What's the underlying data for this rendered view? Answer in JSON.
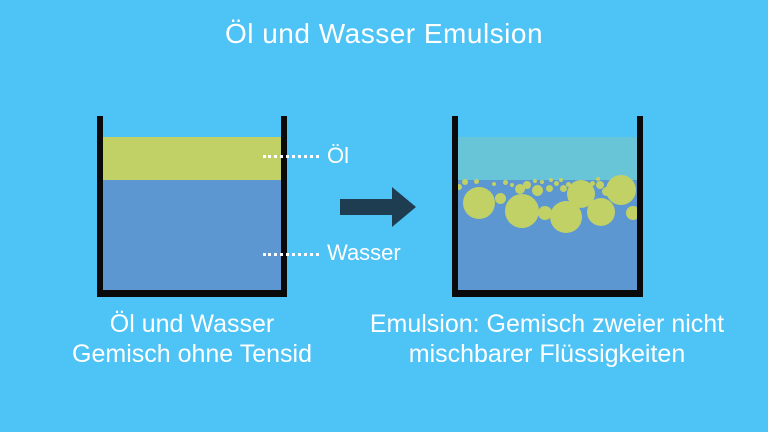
{
  "title": "Öl und Wasser Emulsion",
  "colors": {
    "bg": "#4dc3f6",
    "oil": "#c1d166",
    "water": "#5c97d2",
    "teal": "#67c5d7",
    "arrow": "#1f3d50",
    "wall": "#0a0a0a",
    "text": "#ffffff"
  },
  "icons": {
    "arrow": "arrow-right-icon"
  },
  "left_beaker": {
    "label_oil": "Öl",
    "label_water": "Wasser",
    "caption_line1": "Öl und Wasser",
    "caption_line2": "Gemisch ohne Tensid"
  },
  "right_beaker": {
    "caption_line1": "Emulsion: Gemisch zweier nicht",
    "caption_line2": "mischbarer Flüssigkeiten",
    "droplets": [
      [
        27,
        87,
        16
      ],
      [
        70,
        95,
        17
      ],
      [
        114,
        101,
        16
      ],
      [
        129,
        78,
        14
      ],
      [
        149,
        96,
        14
      ],
      [
        169,
        74,
        15
      ],
      [
        181,
        97,
        7
      ],
      [
        48,
        82,
        5.5
      ],
      [
        68,
        73,
        5
      ],
      [
        75,
        69,
        4
      ],
      [
        85,
        74,
        5.5
      ],
      [
        93,
        97,
        7
      ],
      [
        97,
        72,
        3.5
      ],
      [
        148,
        69,
        4
      ],
      [
        154,
        75,
        4.5
      ],
      [
        111,
        72,
        3.5
      ],
      [
        7,
        71,
        3
      ],
      [
        13,
        66,
        3
      ],
      [
        24,
        65,
        2.5
      ],
      [
        42,
        68,
        2.2
      ],
      [
        53,
        66,
        2.5
      ],
      [
        60,
        69,
        2.2
      ],
      [
        83,
        65,
        2.2
      ],
      [
        90,
        66,
        2.2
      ],
      [
        99,
        64,
        2.2
      ],
      [
        104,
        67,
        2.5
      ],
      [
        109,
        64,
        2.2
      ],
      [
        116,
        68,
        2.5
      ],
      [
        140,
        67,
        2.5
      ],
      [
        146,
        63,
        2.2
      ]
    ]
  }
}
